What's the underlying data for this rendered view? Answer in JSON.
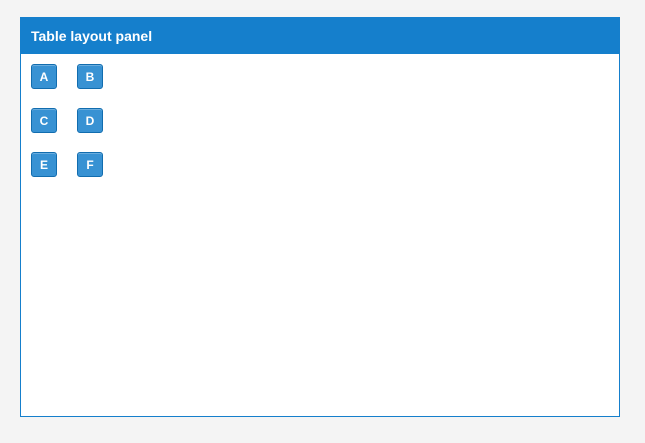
{
  "panel": {
    "title": "Table layout panel",
    "buttons": [
      [
        "A",
        "B"
      ],
      [
        "C",
        "D"
      ],
      [
        "E",
        "F"
      ]
    ]
  },
  "colors": {
    "header_bg": "#157fcc",
    "button_bg": "#3892d3",
    "page_bg": "#f4f4f4"
  }
}
